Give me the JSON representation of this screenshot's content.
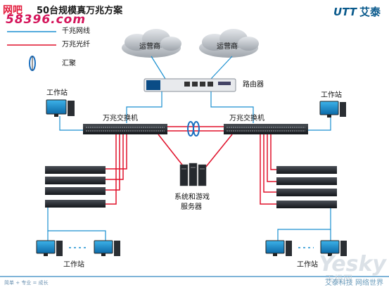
{
  "header": {
    "title": "50台规模真万兆方案",
    "watermark_top": "网吧",
    "watermark_site": "58396.com",
    "brand": "艾泰",
    "brand_logo": "UTT"
  },
  "legend": {
    "gigabit_label": "千兆网线",
    "tengig_label": "万兆光纤",
    "aggregation_label": "汇聚"
  },
  "nodes": {
    "isp_left": "运营商",
    "isp_right": "运营商",
    "router": "路由器",
    "switch_left": "万兆交换机",
    "switch_right": "万兆交换机",
    "workstation_top_left": "工作站",
    "workstation_top_right": "工作站",
    "servers": "系统和游戏",
    "servers_line2": "服务器",
    "workstation_bottom_left": "工作站",
    "workstation_bottom_right": "工作站"
  },
  "footer": {
    "tagline": "简单 + 专业 = 成长",
    "right_text": "艾泰科技 网络世界",
    "yesky": "Yesky",
    "yesky_cn": "天极网"
  },
  "colors": {
    "gigabit": "#1a8fd0",
    "tengig": "#e0102a",
    "cloud": "#c8ccd2",
    "device_dark": "#2a2e33"
  }
}
